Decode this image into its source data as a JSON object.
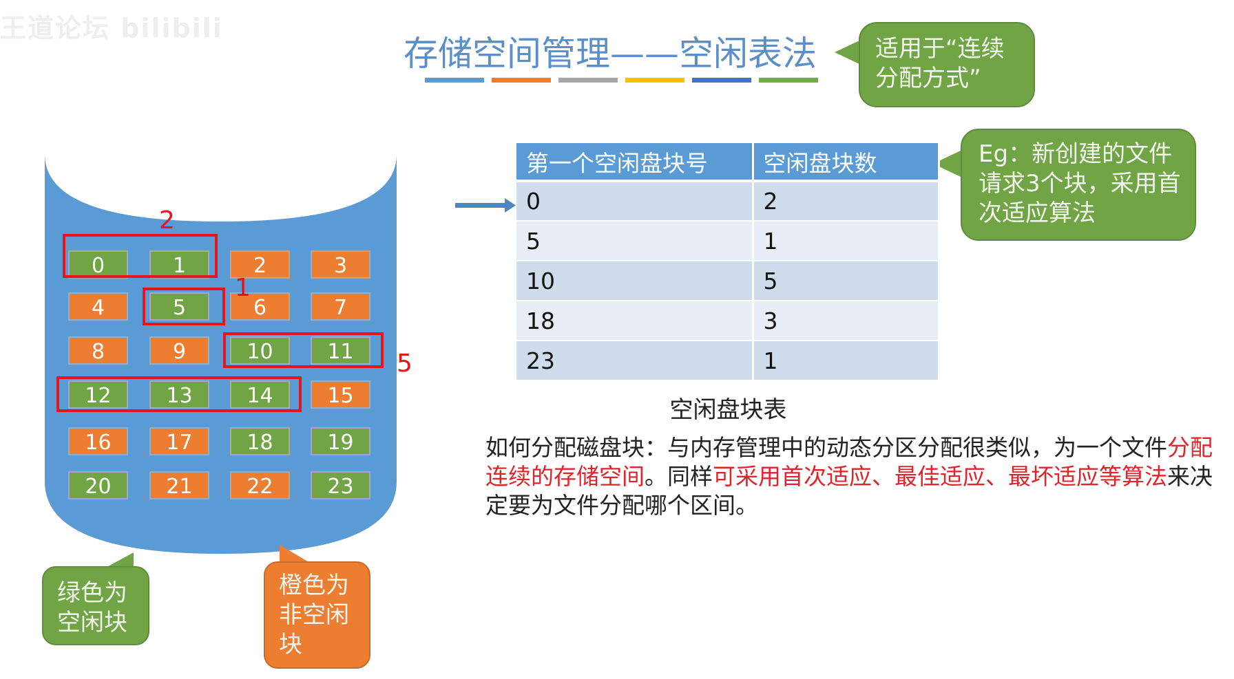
{
  "watermark": "王道论坛 bilibili",
  "title": "存储空间管理——空闲表法",
  "title_bar_colors": [
    "#5b9bd5",
    "#ed7d31",
    "#a5a5a5",
    "#ffc000",
    "#4472c4",
    "#70ad47"
  ],
  "callout_top": "适用于“连续分配方式”",
  "callout_eg": "Eg：新创建的文件请求3个块，采用首次适应算法",
  "table": {
    "headers": [
      "第一个空闲盘块号",
      "空闲盘块数"
    ],
    "rows": [
      [
        "0",
        "2"
      ],
      [
        "5",
        "1"
      ],
      [
        "10",
        "5"
      ],
      [
        "18",
        "3"
      ],
      [
        "23",
        "1"
      ]
    ],
    "caption": "空闲盘块表"
  },
  "paragraph": {
    "p1": "如何分配磁盘块：与内存管理中的动态分区分配很类似，为一个文件",
    "p2_red": "分配连续的存储空间",
    "p3": "。同样",
    "p4_red": "可采用首次适应、最佳适应、最坏适应等算法",
    "p5": "来决定要为文件分配哪个区间。"
  },
  "disk": {
    "free_blocks": [
      0,
      1,
      5,
      10,
      11,
      12,
      13,
      14,
      18,
      19,
      20,
      23
    ],
    "block_count": 24,
    "colors": {
      "free": "#70a444",
      "used": "#ed7d31",
      "disk": "#5b9bd5"
    },
    "region_labels": [
      "2",
      "1",
      "5"
    ]
  },
  "legend_green": "绿色为空闲块",
  "legend_orange": "橙色为非空闲块"
}
